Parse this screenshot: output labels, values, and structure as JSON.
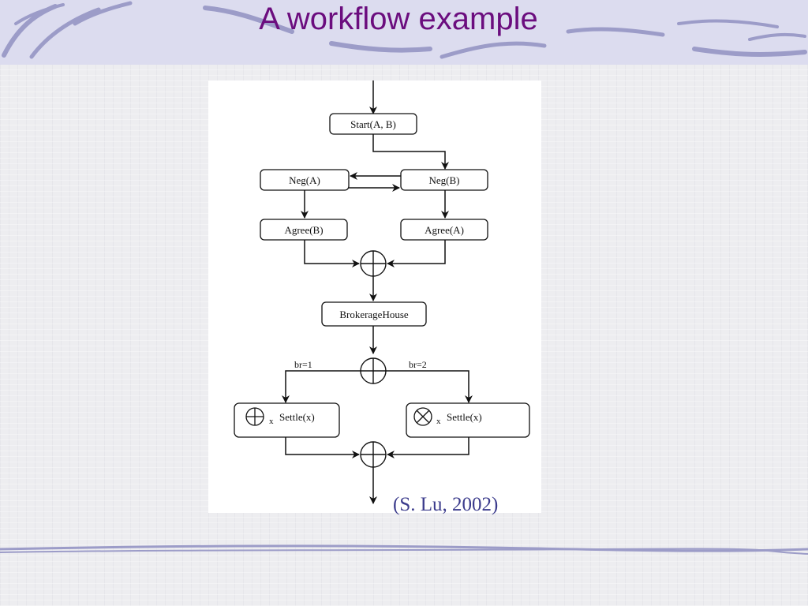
{
  "slide": {
    "title": "A workflow example",
    "citation": "(S. Lu, 2002)"
  },
  "diagram": {
    "nodes": {
      "start": "Start(A, B)",
      "neg_a": "Neg(A)",
      "neg_b": "Neg(B)",
      "agree_b": "Agree(B)",
      "agree_a": "Agree(A)",
      "brokerage": "BrokerageHouse",
      "settle_left": "Settle(x)",
      "settle_right": "Settle(x)",
      "sub_x_left": "x",
      "sub_x_right": "x"
    },
    "branch_labels": {
      "left": "br=1",
      "right": "br=2"
    }
  },
  "colors": {
    "title": "#6b0d7e",
    "citation": "#3b3b8c",
    "header": "#dcdcef"
  }
}
